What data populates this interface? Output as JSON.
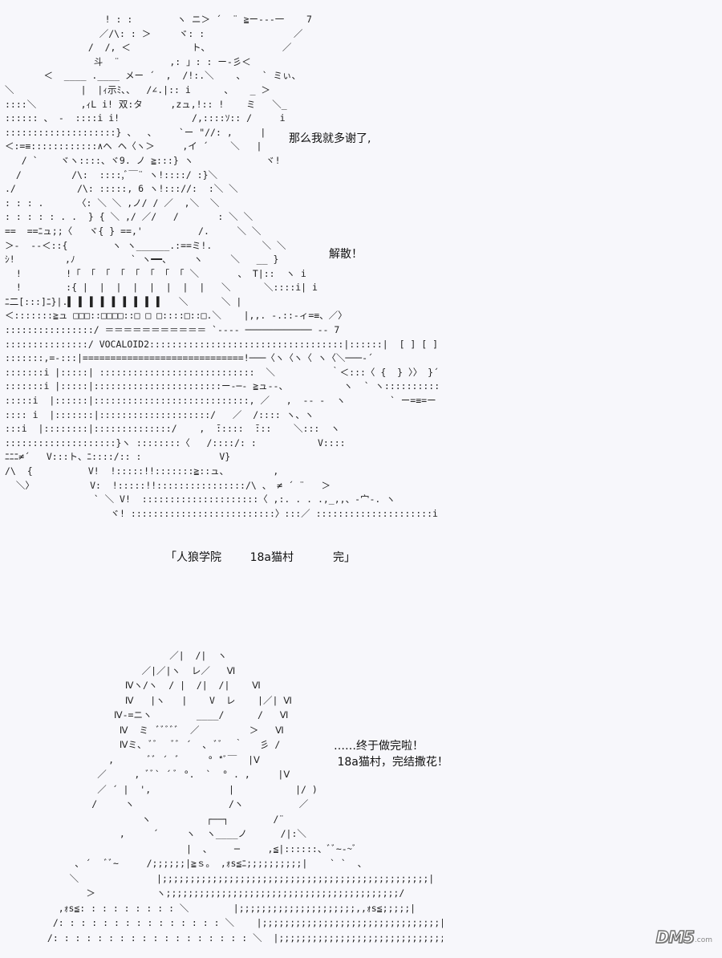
{
  "art": {
    "top": "                  ! : :        ヽ ニ＞ ´  ¨ ≧ー‐--一    7\n                 ／/\\: : ＞     ヾ: :                ／\n               /  /, ＜           ト、             ／\n                斗  ¨         ,: 」: : ー-彡＜\n       ＜  ____ .____ メー ´  ,  /!:.＼    、   ` ミぃ、\n＼            |  |ｨ示ﾐ､、  /∠.|:: i      、   _ ＞\n::::＼        ,ｨL i! 双:タ     ,zュ,!:: !    ミ   ＼_\n:::::: 、 -  ::::i i!             /,::::ｿ:: /     i\n::::::::::::::::::::} 、  、    `ー \"//: ,     |\n＜:=≡::::::::::::∧ヘ ヘ〈ヽ＞     ,イ ´    ＼   |\n   / `    ヾヽ::::、ヾ9. ノ ≧:::} ヽ             ヾ!\n  /         /\\:  ::::,ﾞ￣¨ ヽ!::::/ :}＼\n./           /\\: :::::, 6 ヽ!::://:  :＼ ＼\n: : : .      〈: ＼ ＼ ,ノ/ / ／  ,＼  ＼\n: : : : : . .  } { ＼ ,/ ／/   /       : ＼ ＼\n==  ==ﾆュ;;〈   ヾ{ } ==,'          /.     ＼ ＼\n＞-  --＜::{        ヽ ヽ______.:==ミ!.         ＼ ＼\nｼ!         ,ﾉ          ` ヽ━━、    ヽ     ＼   __ }\n  !        !「 「 「 「 「 「 「 「 ＼       、 T|::  ヽ i\n  !        :{ |  |  |  |  |  |  |  |   ＼      ＼::::i| i\nﾆ二[:::]ﾆ}|.▌ ▌ ▌ ▌ ▌ ▌ ▌ ▌ ▌   ＼      ＼ |\n＜:::::::≧ュ □□□::□□□□::□ □ □::::□::□.＼    |,,. -.::-ィ=≡、／〉\n::::::::::::::::/ ＝＝＝＝＝＝＝＝＝＝＝ `---- ──────────── -- 7\n:::::::::::::::/ VOCALOID2:::::::::::::::::::::::::::::::::::|::::::|  [ ] [ ]  [ニニニニ]  ﾛ |  /\n:::::::,=‐:::|=============================!───〈ヽ〈ヽ〈 ヽ〈＼───-´\n:::::::i |:::::| ::::::::::::::::::::::::::::  ＼          ｀＜:::〈 {  } 〉〉 }´ /´ /   )\n:::::::i |:::::|:::::::::::::::::::::::ー-─‐ ≧ュ--、          ヽ  ` ヽ:::::::::::::::::::::/ /\n:::::i  |::::::|::::::::::::::::::::::::::::, ／   ,  -- -  ヽ        ` ー=≡=ー´\n:::: i  |:::::::|::::::::::::::::::::/   ／  /:::: ヽ、ヽ\n:::i  |::::::::|::::::::::::::/    ,  ̄:::::  ̄:::    ＼:::  ヽ\n::::::::::::::::::::}ヽ ::::::::〈   /::::/: :           V::::\nﾆﾆﾆ≠´   V:::ト、ﾆ::::/:: :              V}\n/\\  {          V!  !:::::!!:::::::≧::ュ、        ,\n  ＼〉          V:  !:::::!!::::::::::::::::/\\ 、 ≠ ´ ¨   ＞\n                ` ＼ V!  :::::::::::::::::::::〈 ,:. . . .,_,,、-宀-. ヽ\n                   ヾ! ::::::::::::::::::::::::::〉:::／ :::::::::::::::::::::i",
    "bottom": "                       ／|  /|  ヽ\n                  ／|／|ヽ  レ／   Ⅵ\n               Ⅳヽ/ヽ  / |  /|  /|    Ⅵ\n               Ⅳ   |ヽ   |    V  レ    |／| Ⅵ\n             Ⅳ-=ニヽ        ____/      /   Ⅵ\n              Ⅳ  ミ  ﾞﾞﾞﾞﾞ  ／         ＞   Ⅵ\n              Ⅳミ、 ﾞﾞ   ﾞﾞ ´  、 ﾞﾞ  ｀   彡 /\n            ,      ﾞﾞ ´  ﾞ     ° *ﾞ￣  |Ⅴ\n          ／     , ﾞﾞ` ´ ﾞ °.  `  ° . ,     |Ⅴ\n          ／ ´ |  ',              |           |/ )\n         /     ヽ                 /ヽ          ／\n                  ヽ          ┌──┐        /¨\n              ,     ´     ヽ  ヽ____ノ      /|:＼\n                          |  、    ─     ,≦|::::::、ﾞﾞ~-~ﾞ\n      ､ ´   ﾞﾞ~     /;;;;;;|≧ｓ。 ,ｫs≦ﾆ;;;;;;;;;;|    ` `  、\n     ＼              |;;;;;;;;;;;;;;;;;;;;;;;;;;;;;;;;;;;;;;;;;;;;;;;;|           /〉\n        ＞           ヽ;;;;;;;;;;;;;;;;;;;;;;;;;;;;;;;;;;;;;;;;;;/          ／∠\n   ,ｫs≦: : : : : : : : : ＼        |;;;;;;;;;;;;;;;;;;;;;,,ｫs≦;;;;;|     ／ : : : : : : ≧ｓ。\n  /: : : : : : : : : : : : : : : ＼    |;;;;;;;;;;;;;;;;;;;;;;;;;;;;;;;;|  ／: : : : : : : : : : : : ≧ｓ。\n /: : : : : : : : : : : : : : : : : : ＼  |;;;;;;;;;;;;;;;;;;;;;;;;;;;;;;;;;|／: : : : : : : : : : : : : ::: : : : |"
  },
  "dialogue": {
    "line1": "那么我就多谢了,",
    "line2": "解散！",
    "caption": "「人狼学院        18a猫村           完」",
    "line3": "……终于做完啦！\n 18a猫村，完结撒花！"
  },
  "watermark": {
    "logo": "DM5",
    "suffix": ".com"
  }
}
